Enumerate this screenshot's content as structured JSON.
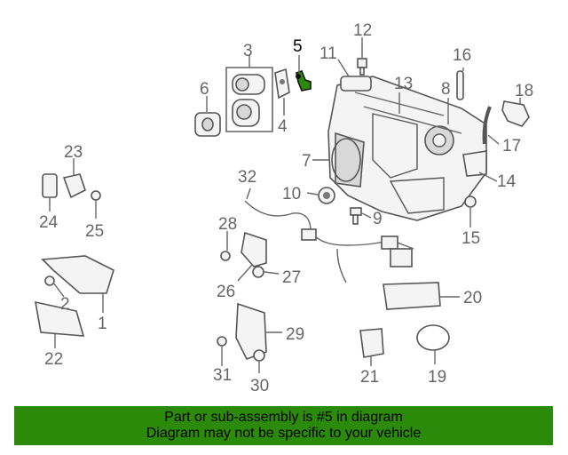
{
  "diagram": {
    "highlighted_part": "5",
    "callouts": [
      "1",
      "2",
      "3",
      "4",
      "5",
      "6",
      "7",
      "8",
      "9",
      "10",
      "11",
      "12",
      "13",
      "14",
      "15",
      "16",
      "17",
      "18",
      "19",
      "20",
      "21",
      "22",
      "23",
      "24",
      "25",
      "26",
      "27",
      "28",
      "29",
      "30",
      "31",
      "32"
    ]
  },
  "banner": {
    "line1": "Part or sub-assembly is #5 in diagram",
    "line2": "Diagram may not be specific to your vehicle",
    "background": "#2c8a0a"
  },
  "colors": {
    "highlight_part": "#2c8a0a",
    "outline": "#555555",
    "callout_text": "#666666"
  }
}
